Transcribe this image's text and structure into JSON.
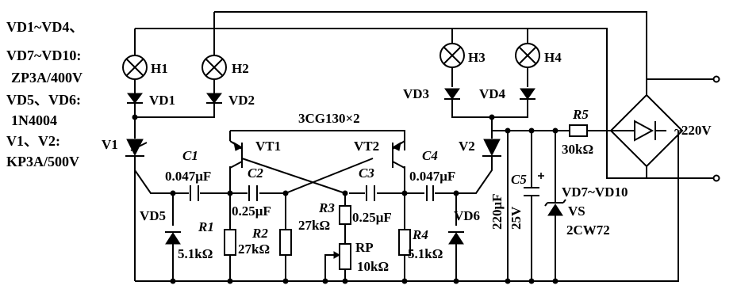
{
  "notes": {
    "line1": "VD1~VD4、",
    "line2": "VD7~VD10:",
    "line3": "ZP3A/400V",
    "line4": "VD5、VD6:",
    "line5": "1N4004",
    "line6": "V1、V2:",
    "line7": "KP3A/500V"
  },
  "lamps": {
    "h1": "H1",
    "h2": "H2",
    "h3": "H3",
    "h4": "H4"
  },
  "diodes": {
    "vd1": "VD1",
    "vd2": "VD2",
    "vd3": "VD3",
    "vd4": "VD4",
    "vd5": "VD5",
    "vd6": "VD6"
  },
  "scrs": {
    "v1": "V1",
    "v2": "V2"
  },
  "transistors": {
    "vt1": "VT1",
    "vt2": "VT2",
    "type": "3CG130×2"
  },
  "capacitors": {
    "c1": "C1",
    "c1_val": "0.047μF",
    "c2": "C2",
    "c2_val": "0.25μF",
    "c3": "C3",
    "c3_val": "0.25μF",
    "c4": "C4",
    "c4_val": "0.047μF",
    "c5": "C5",
    "c5_val1": "220μF",
    "c5_val2": "25V"
  },
  "resistors": {
    "r1": "R1",
    "r1_val": "5.1kΩ",
    "r2": "R2",
    "r2_val": "27kΩ",
    "r3": "R3",
    "r3_val": "27kΩ",
    "r4": "R4",
    "r4_val": "5.1kΩ",
    "r5": "R5",
    "r5_val": "30kΩ",
    "rp": "RP",
    "rp_val": "10kΩ"
  },
  "zener": {
    "name": "VS",
    "part": "2CW72"
  },
  "bridge": {
    "label": "VD7~VD10"
  },
  "supply": {
    "label": "~220V"
  }
}
